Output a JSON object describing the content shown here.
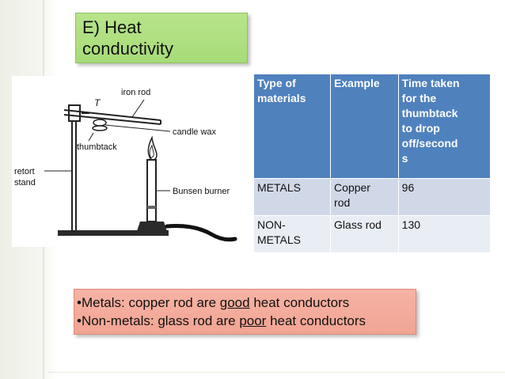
{
  "title": {
    "line1": "E) Heat",
    "line2": "conductivity"
  },
  "diagram": {
    "labels": {
      "iron_rod": "iron rod",
      "t": "T",
      "candle_wax": "candle wax",
      "thumbtack": "thumbtack",
      "retort": "retort",
      "stand": "stand",
      "bunsen_burner": "Bunsen burner"
    }
  },
  "table": {
    "headers": {
      "type": [
        "Type of",
        "materials"
      ],
      "example": "Example",
      "time": [
        "Time taken",
        "for the",
        "thumbtack",
        "to drop",
        "off/second",
        "s"
      ]
    },
    "rows": [
      {
        "type": "METALS",
        "example": [
          "Copper",
          "rod"
        ],
        "time": "96"
      },
      {
        "type": [
          "NON-",
          "METALS"
        ],
        "example": "Glass rod",
        "time": "130"
      }
    ]
  },
  "summary": {
    "line1": {
      "pre": "•Metals: copper rod are ",
      "emph": "good",
      "post": " heat conductors"
    },
    "line2": {
      "pre": "•Non-metals: glass rod are ",
      "emph": "poor",
      "post": " heat conductors"
    }
  },
  "colors": {
    "title_bg": "#a7db78",
    "header_bg": "#4f81bd",
    "row1_bg": "#d0d8e8",
    "row2_bg": "#e9edf4",
    "summary_bg": "#f1a493"
  }
}
